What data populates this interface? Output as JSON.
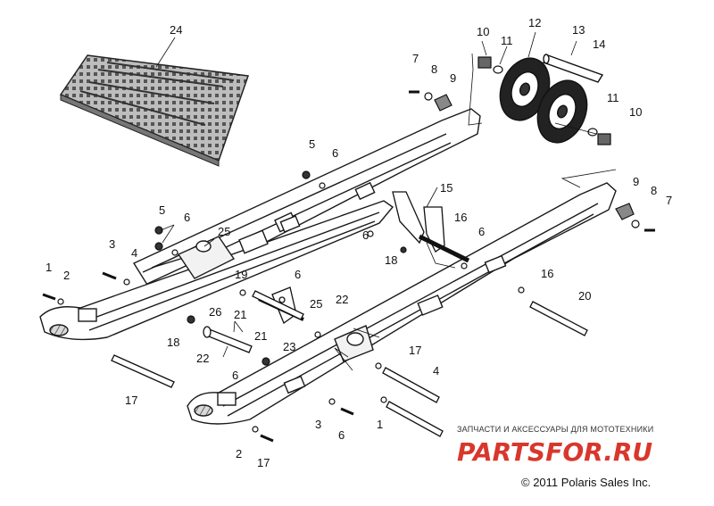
{
  "callouts": [
    "24",
    "10",
    "11",
    "12",
    "13",
    "14",
    "7",
    "8",
    "9",
    "11",
    "10",
    "5",
    "6",
    "5",
    "6",
    "25",
    "3",
    "4",
    "1",
    "2",
    "15",
    "16",
    "6",
    "18",
    "9",
    "8",
    "7",
    "6",
    "16",
    "19",
    "6",
    "25",
    "22",
    "26",
    "21",
    "18",
    "21",
    "23",
    "22",
    "6",
    "17",
    "20",
    "17",
    "4",
    "3",
    "6",
    "1",
    "2",
    "17"
  ],
  "watermark": {
    "subtitle": "ЗАПЧАСТИ И АКСЕССУАРЫ ДЛЯ МОТОТЕХНИКИ",
    "logo": "PARTSFOR.RU"
  },
  "copyright": "© 2011 Polaris Sales Inc.",
  "colors": {
    "line": "#1a1a1a",
    "watermark_red": "#d8372c"
  }
}
